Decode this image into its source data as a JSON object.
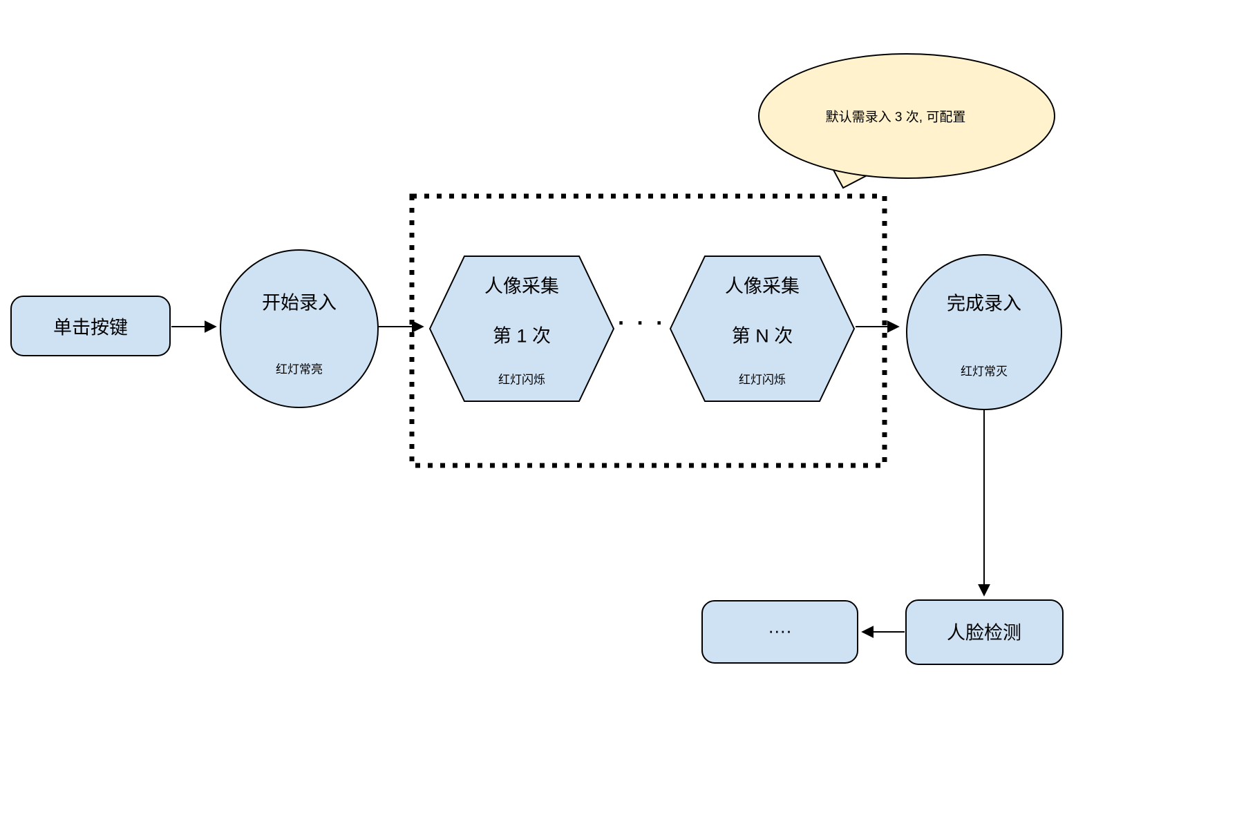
{
  "diagram": {
    "title": "face-enrollment-flowchart",
    "nodes": {
      "click_button": {
        "label": "单击按键"
      },
      "start_enroll": {
        "label": "开始录入",
        "sub": "红灯常亮"
      },
      "capture_1": {
        "line1": "人像采集",
        "line2": "第 1 次",
        "sub": "红灯闪烁"
      },
      "capture_n": {
        "line1": "人像采集",
        "line2": "第 N 次",
        "sub": "红灯闪烁"
      },
      "finish_enroll": {
        "label": "完成录入",
        "sub": "红灯常灭"
      },
      "face_detect": {
        "label": "人脸检测"
      },
      "more": {
        "label": "…."
      }
    },
    "ellipsis_between": "· · ·",
    "callout": {
      "text": "默认需录入 3 次, 可配置"
    },
    "colors": {
      "node_fill": "#cfe2f3",
      "node_stroke": "#000000",
      "callout_fill": "#fff2cc",
      "arrow": "#000000"
    }
  }
}
